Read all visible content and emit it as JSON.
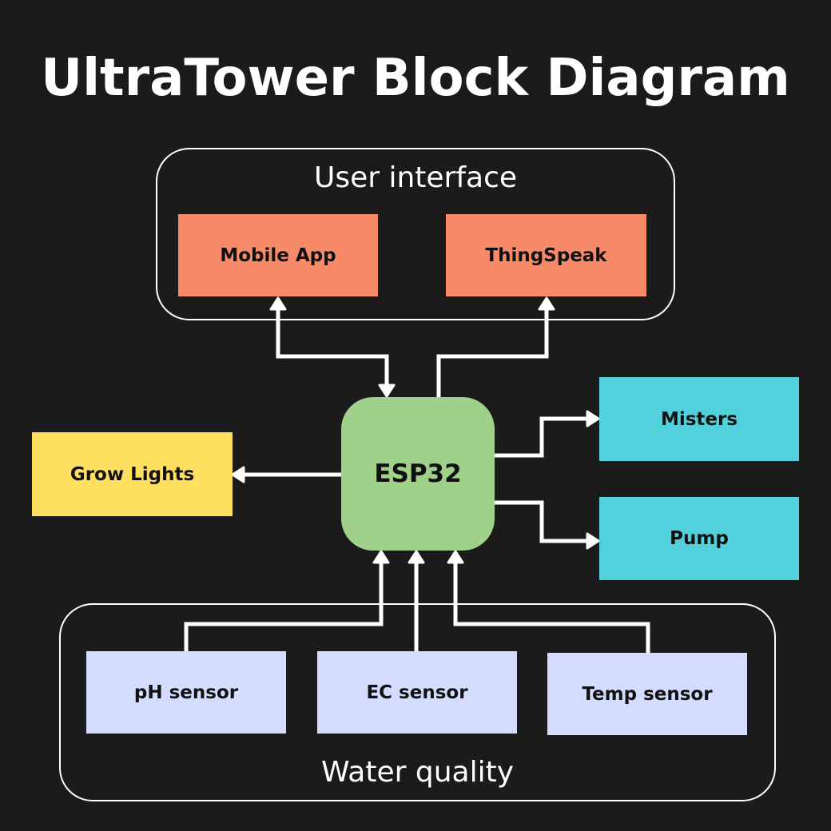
{
  "title": "UltraTower Block Diagram",
  "groups": {
    "user_interface": {
      "label": "User interface"
    },
    "water_quality": {
      "label": "Water quality"
    }
  },
  "nodes": {
    "mobile_app": {
      "label": "Mobile App",
      "color": "#f68a69"
    },
    "thingspeak": {
      "label": "ThingSpeak",
      "color": "#f68a69"
    },
    "esp32": {
      "label": "ESP32",
      "color": "#a0d18b"
    },
    "grow_lights": {
      "label": "Grow Lights",
      "color": "#fedf5f"
    },
    "misters": {
      "label": "Misters",
      "color": "#52d1dc"
    },
    "pump": {
      "label": "Pump",
      "color": "#52d1dc"
    },
    "ph_sensor": {
      "label": "pH sensor",
      "color": "#d4dcff"
    },
    "ec_sensor": {
      "label": "EC sensor",
      "color": "#d4dcff"
    },
    "temp_sensor": {
      "label": "Temp sensor",
      "color": "#d4dcff"
    }
  },
  "colors": {
    "background": "#1b1b1b",
    "line": "#ffffff"
  }
}
